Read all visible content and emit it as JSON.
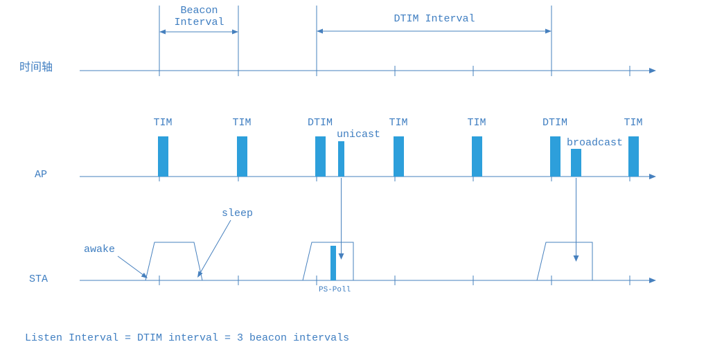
{
  "header": {
    "beacon_interval_line1": "Beacon",
    "beacon_interval_line2": "Interval",
    "dtim_interval": "DTIM Interval"
  },
  "axes": {
    "time_label": "时间轴",
    "ap_label": "AP",
    "sta_label": "STA"
  },
  "beacons": [
    {
      "label": "TIM"
    },
    {
      "label": "TIM"
    },
    {
      "label": "DTIM"
    },
    {
      "label": "TIM"
    },
    {
      "label": "TIM"
    },
    {
      "label": "DTIM"
    },
    {
      "label": "TIM"
    }
  ],
  "frames": {
    "unicast": "unicast",
    "broadcast": "broadcast"
  },
  "sta": {
    "awake": "awake",
    "sleep": "sleep",
    "ps_poll": "PS-Poll"
  },
  "caption": "Listen Interval = DTIM interval = 3 beacon intervals",
  "colors": {
    "line": "#4680be",
    "text": "#3f7ec1",
    "bar": "#2d9fdb"
  }
}
